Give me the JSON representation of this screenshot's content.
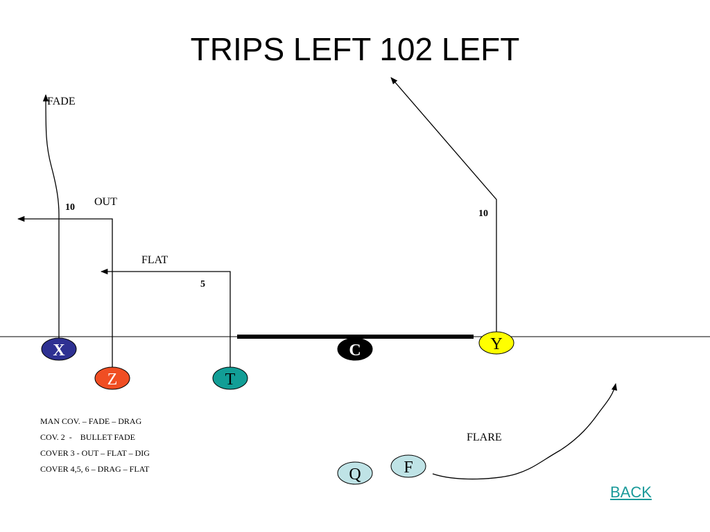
{
  "title": "TRIPS LEFT 102 LEFT",
  "players": [
    {
      "id": "X",
      "label": "X",
      "fill": "#2e3192",
      "text_color": "#ffffff",
      "bold": true
    },
    {
      "id": "Z",
      "label": "Z",
      "fill": "#f04e23",
      "text_color": "#ffffff",
      "bold": false
    },
    {
      "id": "T",
      "label": "T",
      "fill": "#129e96",
      "text_color": "#000000",
      "bold": false
    },
    {
      "id": "C",
      "label": "C",
      "fill": "#000000",
      "text_color": "#ffffff",
      "bold": true
    },
    {
      "id": "Y",
      "label": "Y",
      "fill": "#ffff00",
      "text_color": "#000000",
      "bold": false
    },
    {
      "id": "Q",
      "label": "Q",
      "fill": "#bfe3e6",
      "text_color": "#000000",
      "bold": false
    },
    {
      "id": "F",
      "label": "F",
      "fill": "#bfe3e6",
      "text_color": "#000000",
      "bold": false
    }
  ],
  "route_labels": {
    "fade": "FADE",
    "out": "OUT",
    "flat": "FLAT",
    "flare": "FLARE",
    "x_depth": "10",
    "y_depth": "10",
    "t_depth": "5"
  },
  "coverage_notes": [
    "MAN COV. – FADE – DRAG",
    "COV. 2  -    BULLET FADE",
    "COVER 3 - OUT – FLAT – DIG",
    "COVER 4,5, 6 – DRAG – FLAT"
  ],
  "back_link": "BACK"
}
